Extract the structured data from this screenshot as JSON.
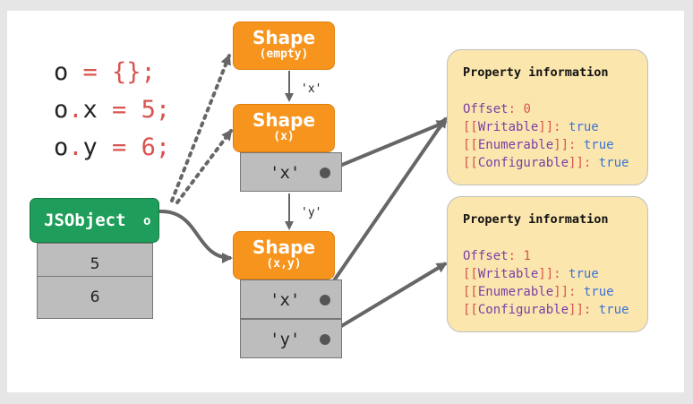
{
  "code": [
    {
      "var": "o",
      "op": " = ",
      "rhs": "{};",
      "rhs_color": "#d9534f"
    },
    {
      "var": "o",
      "dot": ".",
      "prop": "x",
      "op": " = ",
      "rhs": "5;"
    },
    {
      "var": "o",
      "dot": ".",
      "prop": "y",
      "op": " = ",
      "rhs": "6;"
    }
  ],
  "shapes": [
    {
      "title": "Shape",
      "subtitle": "(empty)"
    },
    {
      "title": "Shape",
      "subtitle": "(x)",
      "slots": [
        "'x'"
      ]
    },
    {
      "title": "Shape",
      "subtitle": "(x,y)",
      "slots": [
        "'x'",
        "'y'"
      ]
    }
  ],
  "transitions": [
    "'x'",
    "'y'"
  ],
  "jsobject": {
    "label": "JSObject",
    "var": "o",
    "values": [
      "5",
      "6"
    ]
  },
  "property_info": [
    {
      "title": "Property information",
      "offset_key": "Offset",
      "offset": "0",
      "attrs": [
        {
          "name": "Writable",
          "value": "true"
        },
        {
          "name": "Enumerable",
          "value": "true"
        },
        {
          "name": "Configurable",
          "value": "true"
        }
      ]
    },
    {
      "title": "Property information",
      "offset_key": "Offset",
      "offset": "1",
      "attrs": [
        {
          "name": "Writable",
          "value": "true"
        },
        {
          "name": "Enumerable",
          "value": "true"
        },
        {
          "name": "Configurable",
          "value": "true"
        }
      ]
    }
  ],
  "colors": {
    "shape": "#f7941d",
    "jsobject": "#1e9e5a",
    "slot": "#bdbdbd",
    "property_box": "#fbe6ad",
    "arrow": "#666666"
  }
}
